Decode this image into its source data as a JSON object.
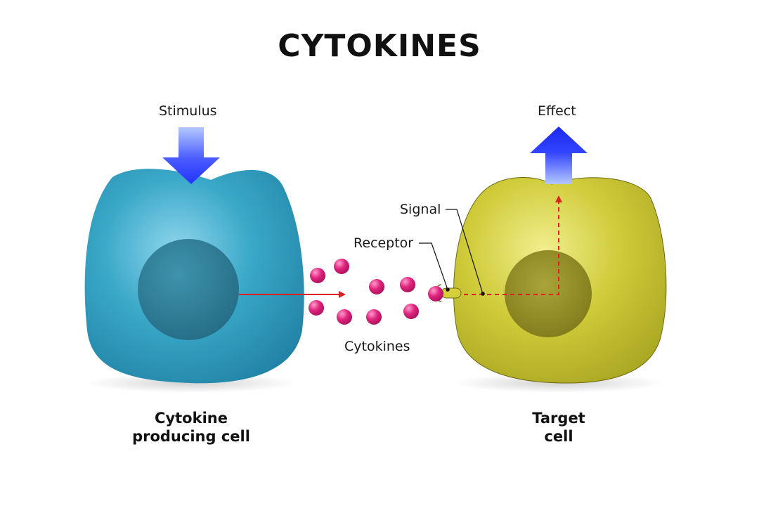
{
  "title": "CYTOKINES",
  "labels": {
    "stimulus": "Stimulus",
    "effect": "Effect",
    "signal": "Signal",
    "receptor": "Receptor",
    "cytokines": "Cytokines"
  },
  "captions": {
    "producing_cell": [
      "Cytokine",
      "producing cell"
    ],
    "target_cell": [
      "Target",
      "cell"
    ]
  },
  "colors": {
    "producing_cell": "#3aa8c8",
    "producing_nucleus": "#2e7f9a",
    "target_cell": "#bfbf2a",
    "target_nucleus": "#8f8a1e",
    "cytokine": "#e0247e",
    "arrow_blue": "#2233ff",
    "signal_red": "#e02020"
  }
}
